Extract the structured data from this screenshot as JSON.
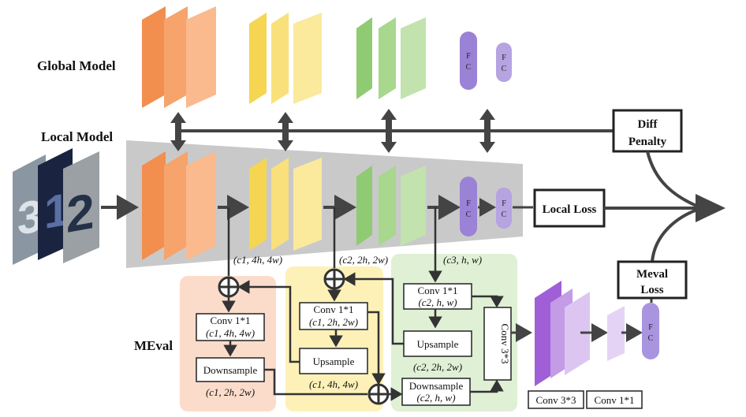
{
  "labels": {
    "global_model": "Global Model",
    "local_model": "Local Model",
    "meval": "MEval",
    "diff_penalty_1": "Diff",
    "diff_penalty_2": "Penalty",
    "local_loss": "Local Loss",
    "meval_loss_1": "Meval",
    "meval_loss_2": "Loss",
    "fc": "F C"
  },
  "boxes": {
    "conv1_a": "Conv 1*1",
    "conv1_a_dim": "(c1, 4h, 4w)",
    "downsample_a": "Downsample",
    "conv1_b": "Conv 1*1",
    "conv1_b_dim": "(c1, 2h, 2w)",
    "upsample_b": "Upsample",
    "conv1_c": "Conv 1*1",
    "conv1_c_dim": "(c2, h, w)",
    "upsample_c": "Upsample",
    "downsample_c": "Downsample",
    "downsample_c_dim": "(c2, h, w)",
    "conv33_v": "Conv 3*3",
    "conv33_legend": "Conv 3*3",
    "conv11_legend": "Conv 1*1"
  },
  "dims": {
    "d1": "(c1, 4h, 4w)",
    "d2": "(c2, 2h, 2w)",
    "d3": "(c3, h, w)",
    "below_down_a": "(c1, 2h, 2w)",
    "below_up_b": "(c1, 4h, 4w)",
    "below_up_c": "(c2, 2h, 2w)"
  },
  "colors": {
    "orange": "#f7955a",
    "yellow": "#f9de6e",
    "green": "#a9d78f",
    "purple": "#a08ad8",
    "meval_purple": "#b48be0",
    "gray_trapezoid": "#c8c8c8",
    "arrow": "#444444"
  }
}
